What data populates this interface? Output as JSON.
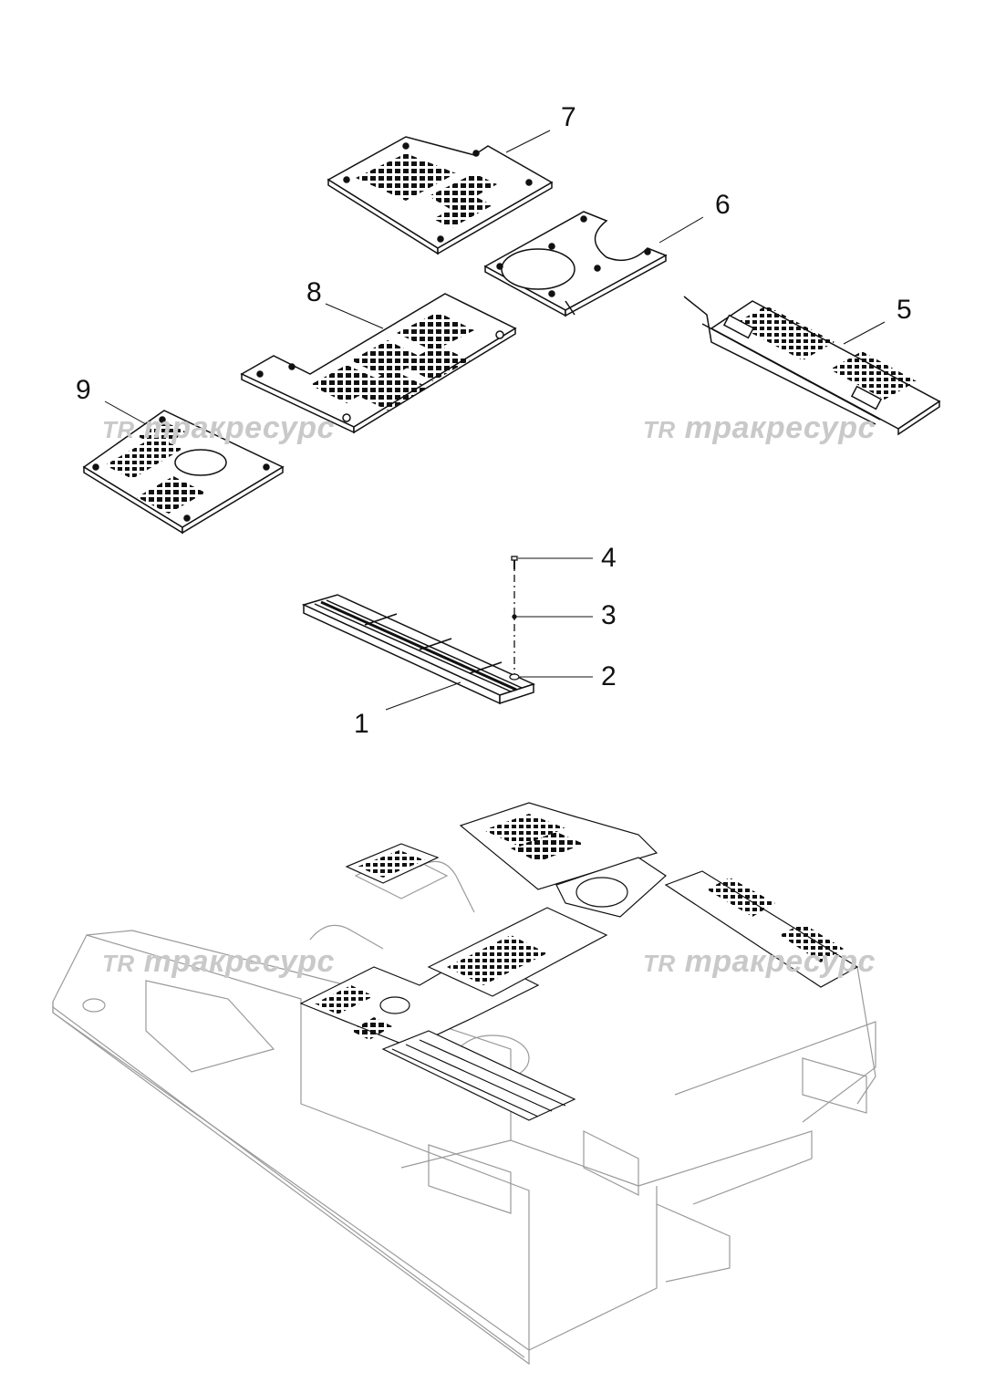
{
  "callouts": [
    "1",
    "2",
    "3",
    "4",
    "5",
    "6",
    "7",
    "8",
    "9"
  ],
  "watermark": {
    "logo": "TR",
    "text": "тракресурс"
  },
  "colors": {
    "line": "#111111",
    "frame": "#9a9a9a",
    "watermark": "#c9c9c9"
  }
}
